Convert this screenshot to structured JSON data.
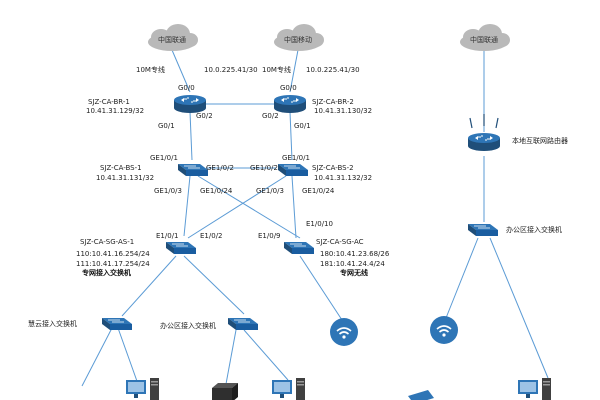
{
  "clouds": {
    "unicom_left": "中国联通",
    "mobile": "中国移动",
    "unicom_right": "中国联通"
  },
  "uplinks": {
    "br1_line_type": "10M专线",
    "br1_line_ip": "10.0.225.41/30",
    "br2_line_type": "10M专线",
    "br2_line_ip": "10.0.225.41/30"
  },
  "routers": {
    "br1_name": "SJZ-CA-BR-1",
    "br1_ip": "10.41.31.129/32",
    "br2_name": "SJZ-CA-BR-2",
    "br2_ip": "10.41.31.130/32",
    "local_router_label": "本地互联网路由器"
  },
  "router_ports": {
    "br1_g0_0": "G0/0",
    "br1_g0_1": "G0/1",
    "br1_g0_2": "G0/2",
    "br2_g0_0": "G0/0",
    "br2_g0_1": "G0/1",
    "br2_g0_2": "G0/2"
  },
  "core_switches": {
    "bs1_name": "SJZ-CA-BS-1",
    "bs1_ip": "10.41.31.131/32",
    "bs2_name": "SJZ-CA-BS-2",
    "bs2_ip": "10.41.31.132/32"
  },
  "core_ports": {
    "bs1_ge1_0_1": "GE1/0/1",
    "bs1_ge1_0_2": "GE1/0/2",
    "bs1_ge1_0_3": "GE1/0/3",
    "bs1_ge1_0_24": "GE1/0/24",
    "bs2_ge1_0_1": "GE1/0/1",
    "bs2_ge1_0_2": "GE1/0/2",
    "bs2_ge1_0_3": "GE1/0/3",
    "bs2_ge1_0_24": "GE1/0/24"
  },
  "access_switches": {
    "as1_name": "SJZ-CA-SG-AS-1",
    "as1_ip1": "110:10.41.16.254/24",
    "as1_ip2": "111:10.41.17.254/24",
    "as1_role": "专网接入交换机",
    "ac_name": "SJZ-CA-SG-AC",
    "ac_ip1": "180:10.41.23.68/26",
    "ac_ip2": "181:10.41.24.4/24",
    "ac_role": "专网无线"
  },
  "access_ports": {
    "as1_e1_0_1": "E1/0/1",
    "as1_e1_0_2": "E1/0/2",
    "ac_e1_0_9": "E1/0/9",
    "ac_e1_0_10": "E1/0/10"
  },
  "leaf_switches": {
    "huiyun": "慧云接入交换机",
    "office": "办公区接入交换机",
    "office_right": "办公区接入交换机"
  }
}
